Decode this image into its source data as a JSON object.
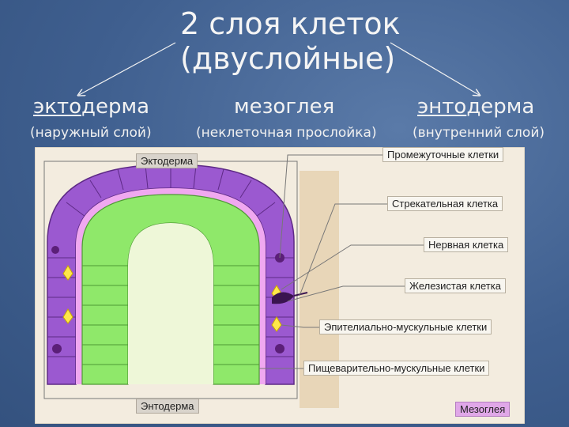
{
  "title": {
    "line1": "2 слоя клеток",
    "line2": "(двуслойные)"
  },
  "columns": [
    {
      "prefix": "экто",
      "suffix": "дерма",
      "sub": "(наружный слой)"
    },
    {
      "prefix": "",
      "suffix": "мезоглея",
      "sub": "(неклеточная прослойка)"
    },
    {
      "prefix": "энто",
      "suffix": "дерма",
      "sub": "(внутренний слой)"
    }
  ],
  "figure": {
    "top_label": "Эктодерма",
    "bottom_label": "Энтодерма",
    "mesoglea_label": "Мезоглея",
    "callouts": [
      "Промежуточные клетки",
      "Стрекательная клетка",
      "Нервная клетка",
      "Железистая клетка",
      "Эпителиально-мускульные клетки",
      "Пищеварительно-мускульные клетки"
    ]
  },
  "colors": {
    "ectoderm": "#9b59d0",
    "mesoglea": "#f0a8f0",
    "endoderm": "#8fe86a",
    "cavity": "#eef7d8"
  }
}
